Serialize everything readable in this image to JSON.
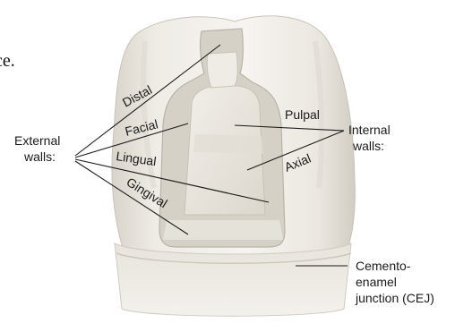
{
  "fragment_text": "ce.",
  "external_walls": {
    "title_line1": "External",
    "title_line2": "walls:",
    "items": [
      "Distal",
      "Facial",
      "Lingual",
      "Gingival"
    ]
  },
  "internal_walls": {
    "title_line1": "Internal",
    "title_line2": "walls:",
    "items": [
      "Pulpal",
      "Axial"
    ]
  },
  "cej": {
    "line1": "Cemento-",
    "line2": "enamel",
    "line3": "junction (CEJ)"
  },
  "colors": {
    "tooth_light": "#f3f1ec",
    "tooth_mid": "#e4e0d8",
    "tooth_shadow": "#cfcac0",
    "cavity_floor": "#e9e5dd",
    "cavity_wall": "#d8d3c9",
    "line": "#1a1a1a"
  }
}
